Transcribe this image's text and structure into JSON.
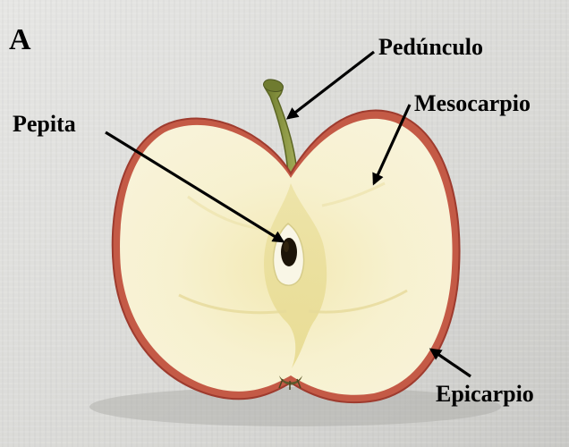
{
  "figure": {
    "panel_letter": "A",
    "labels": {
      "pedunculo": "Pedúnculo",
      "mesocarpio": "Mesocarpio",
      "pepita": "Pepita",
      "epicarpio": "Epicarpio"
    }
  },
  "colors": {
    "background": "#dcdcda",
    "flesh": "#f6f0c8",
    "core": "#e9df9c",
    "skin": "#b34a3c",
    "seed": "#1c1408",
    "stem": "#7d8a3a",
    "arrow": "#000000"
  }
}
